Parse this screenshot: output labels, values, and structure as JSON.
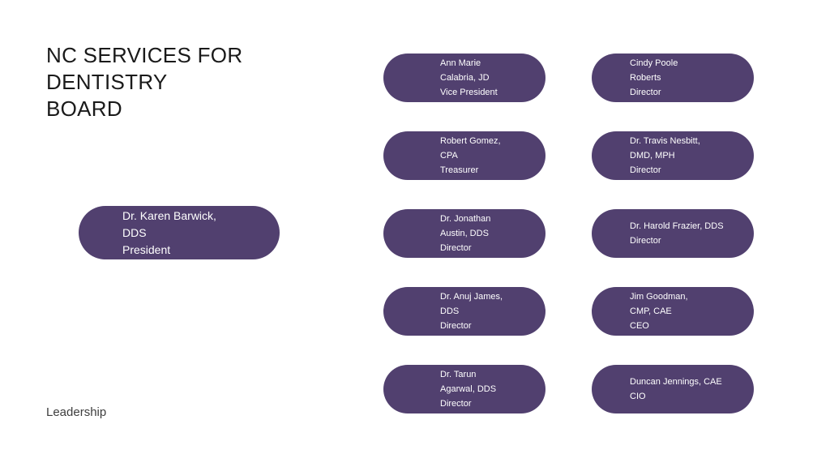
{
  "slide": {
    "title": "NC SERVICES FOR\nDENTISTRY\nBOARD",
    "footer": "Leadership",
    "background_color": "#ffffff",
    "title_color": "#1a1a1a",
    "node_color": "#51406f",
    "node_text_color": "#ffffff"
  },
  "org_chart": {
    "president": {
      "name": "Dr. Karen Barwick, DDS",
      "title": "President",
      "text": "Dr. Karen Barwick,\nDDS\nPresident"
    },
    "column_1": [
      {
        "name": "Ann Marie Calabria, JD",
        "title": "Vice President",
        "text": "Ann Marie\nCalabria, JD\n Vice President"
      },
      {
        "name": "Robert Gomez, CPA",
        "title": "Treasurer",
        "text": "Robert Gomez,\nCPA\nTreasurer"
      },
      {
        "name": "Dr. Jonathan Austin, DDS",
        "title": "Director",
        "text": "Dr. Jonathan\nAustin, DDS\nDirector"
      },
      {
        "name": "Dr. Anuj James, DDS",
        "title": "Director",
        "text": "Dr. Anuj James,\nDDS\nDirector"
      },
      {
        "name": "Dr. Tarun Agarwal, DDS",
        "title": "Director",
        "text": "Dr. Tarun\nAgarwal, DDS\nDirector"
      }
    ],
    "column_2": [
      {
        "name": "Cindy Poole Roberts",
        "title": "Director",
        "text": "Cindy Poole\nRoberts\nDirector"
      },
      {
        "name": "Dr. Travis Nesbitt, DMD, MPH",
        "title": "Director",
        "text": "Dr. Travis Nesbitt,\nDMD, MPH\nDirector"
      },
      {
        "name": "Dr. Harold Frazier, DDS",
        "title": "Director",
        "text": "Dr. Harold Frazier, DDS\nDirector"
      },
      {
        "name": "Jim Goodman, CMP, CAE",
        "title": "CEO",
        "text": "Jim Goodman,\nCMP, CAE\nCEO"
      },
      {
        "name": "Duncan Jennings, CAE",
        "title": "CIO",
        "text": "Duncan Jennings, CAE\nCIO"
      }
    ]
  }
}
